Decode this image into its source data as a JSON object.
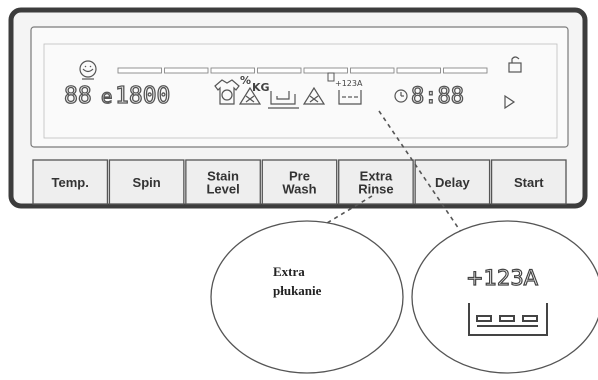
{
  "panel": {
    "segment_count": 8,
    "display": {
      "temp_digits": "88",
      "spin_digits": "1800",
      "delay_digits": "8:88",
      "kg_label": "KG",
      "percent_label": "%",
      "extra_rinse_code": "+123A"
    },
    "buttons": [
      {
        "id": "temp",
        "lines": [
          "Temp."
        ]
      },
      {
        "id": "spin",
        "lines": [
          "Spin"
        ]
      },
      {
        "id": "stain-level",
        "lines": [
          "Stain",
          "Level"
        ]
      },
      {
        "id": "pre-wash",
        "lines": [
          "Pre",
          "Wash"
        ]
      },
      {
        "id": "extra-rinse",
        "lines": [
          "Extra",
          "Rinse"
        ]
      },
      {
        "id": "delay",
        "lines": [
          "Delay"
        ]
      },
      {
        "id": "start",
        "lines": [
          "Start"
        ]
      }
    ]
  },
  "callouts": {
    "left": {
      "line1": "Extra",
      "line2": "płukanie"
    },
    "right": {
      "code": "+123A"
    }
  }
}
